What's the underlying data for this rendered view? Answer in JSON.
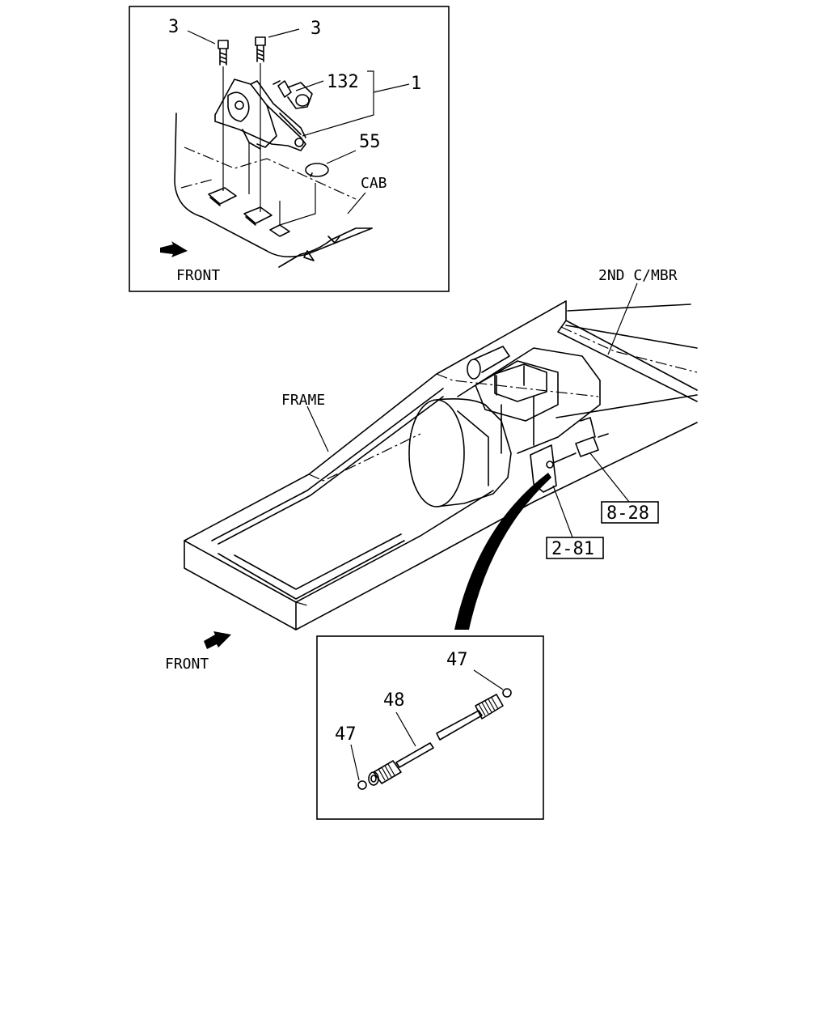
{
  "top_inset": {
    "callouts": {
      "bolt_left": "3",
      "bolt_right": "3",
      "switch": "132",
      "assembly": "1",
      "plug": "55",
      "cab": "CAB"
    },
    "direction_label": "FRONT"
  },
  "main_view": {
    "callouts": {
      "crossmember": "2ND C/MBR",
      "frame": "FRAME"
    },
    "references": {
      "ref_upper": "8-28",
      "ref_lower": "2-81"
    },
    "direction_label": "FRONT"
  },
  "bottom_inset": {
    "callouts": {
      "oring_right": "47",
      "hose": "48",
      "oring_left": "47"
    }
  }
}
